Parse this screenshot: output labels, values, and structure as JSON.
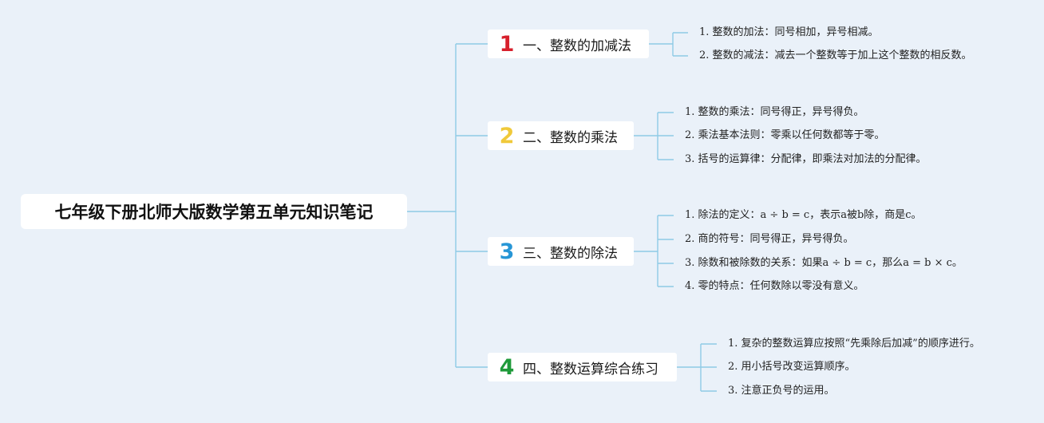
{
  "root": {
    "title": "七年级下册北师大版数学第五单元知识笔记"
  },
  "topics": [
    {
      "number": "1",
      "color": "#d7202c",
      "label": "一、整数的加减法",
      "items": [
        "1. 整数的加法：同号相加，异号相减。",
        "2. 整数的减法：减去一个整数等于加上这个整数的相反数。"
      ]
    },
    {
      "number": "2",
      "color": "#f0c93a",
      "label": "二、整数的乘法",
      "items": [
        "1. 整数的乘法：同号得正，异号得负。",
        "2. 乘法基本法则：零乘以任何数都等于零。",
        "3. 括号的运算律：分配律，即乘法对加法的分配律。"
      ]
    },
    {
      "number": "3",
      "color": "#2796d6",
      "label": "三、整数的除法",
      "items": [
        "1. 除法的定义：a ÷ b = c，表示a被b除，商是c。",
        "2. 商的符号：同号得正，异号得负。",
        "3. 除数和被除数的关系：如果a ÷ b = c，那么a = b × c。",
        "4. 零的特点：任何数除以零没有意义。"
      ]
    },
    {
      "number": "4",
      "color": "#1f9a3a",
      "label": "四、整数运算综合练习",
      "items": [
        "1. 复杂的整数运算应按照“先乘除后加减”的顺序进行。",
        "2. 用小括号改变运算顺序。",
        "3. 注意正负号的运用。"
      ]
    }
  ],
  "colors": {
    "connector": "#8ecbe6",
    "background": "#eaf1f9"
  }
}
